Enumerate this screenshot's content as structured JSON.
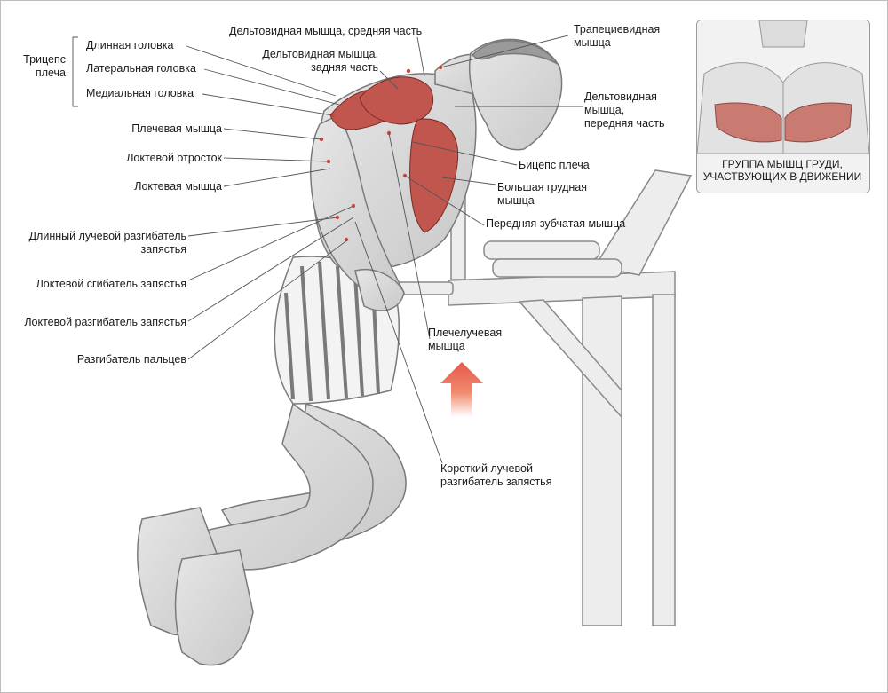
{
  "group": {
    "text": "Трицепс\nплеча"
  },
  "labels": [
    {
      "id": "long_head",
      "text": "Длинная головка"
    },
    {
      "id": "lateral_head",
      "text": "Латеральная головка"
    },
    {
      "id": "medial_head",
      "text": "Медиальная головка"
    },
    {
      "id": "brachialis",
      "text": "Плечевая мышца"
    },
    {
      "id": "olecranon",
      "text": "Локтевой отросток"
    },
    {
      "id": "anconeus",
      "text": "Локтевая мышца"
    },
    {
      "id": "ecrl",
      "text": "Длинный лучевой разгибатель\nзапястья"
    },
    {
      "id": "fcu",
      "text": "Локтевой сгибатель запястья"
    },
    {
      "id": "ecu",
      "text": "Локтевой разгибатель запястья"
    },
    {
      "id": "ext_digitorum",
      "text": "Разгибатель пальцев"
    },
    {
      "id": "deltoid_middle",
      "text": "Дельтовидная мышца, средняя часть"
    },
    {
      "id": "deltoid_rear",
      "text": "Дельтовидная мышца,\nзадняя часть"
    },
    {
      "id": "trapezius",
      "text": "Трапециевидная\nмышца"
    },
    {
      "id": "deltoid_front",
      "text": "Дельтовидная\nмышца,\nпередняя часть"
    },
    {
      "id": "biceps",
      "text": "Бицепс плеча"
    },
    {
      "id": "pec_major",
      "text": "Большая грудная\nмышца"
    },
    {
      "id": "serratus",
      "text": "Передняя зубчатая мышца"
    },
    {
      "id": "brachioradialis",
      "text": "Плечелучевая\nмышца"
    },
    {
      "id": "ecrb",
      "text": "Короткий лучевой\nразгибатель запястья"
    }
  ],
  "inset": {
    "caption": "ГРУППА МЫШЦ ГРУДИ,\nУЧАСТВУЮЩИХ В ДВИЖЕНИИ"
  },
  "colors": {
    "muscle": "#c0564e",
    "arrow": "#e8584a",
    "line": "#555555",
    "sketch": "#8a8a8a"
  }
}
